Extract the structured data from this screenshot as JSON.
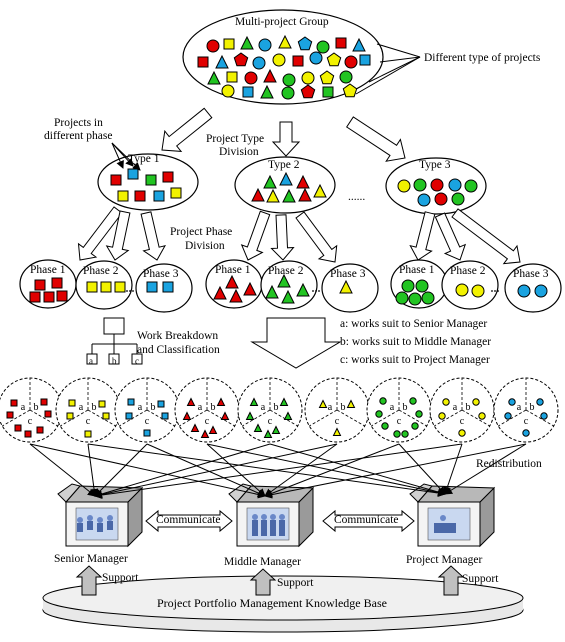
{
  "group_title": "Multi-project Group",
  "diff_types": "Different type of projects",
  "projects_phase": [
    "Projects in",
    "different phase"
  ],
  "type_division": [
    "Project Type",
    "Division"
  ],
  "types": [
    "Type 1",
    "Type 2",
    "Type 3"
  ],
  "dots": "......",
  "phase_division": [
    "Project Phase",
    "Division"
  ],
  "phases": [
    "Phase 1",
    "Phase 2",
    "Phase 3",
    "Phase 1",
    "Phase 2",
    "Phase 3",
    "Phase 1",
    "Phase 2",
    "Phase 3"
  ],
  "wbs": [
    "Work Breakdown",
    "and Classification"
  ],
  "wbs_letters": [
    "a",
    "b",
    "c"
  ],
  "legend": [
    "a: works suit to Senior Manager",
    "b: works suit to Middle Manager",
    "c: works suit to Project Manager"
  ],
  "redistribution": "Redistribution",
  "communicate": "Communicate",
  "managers": [
    "Senior Manager",
    "Middle Manager",
    "Project Manager"
  ],
  "support": "Support",
  "kb": "Project Portfolio Management Knowledge Base",
  "colors": {
    "red": "#e00000",
    "yellow": "#f2f200",
    "blue": "#1aa3e0",
    "green": "#22c422",
    "pink": "#e600e6"
  }
}
